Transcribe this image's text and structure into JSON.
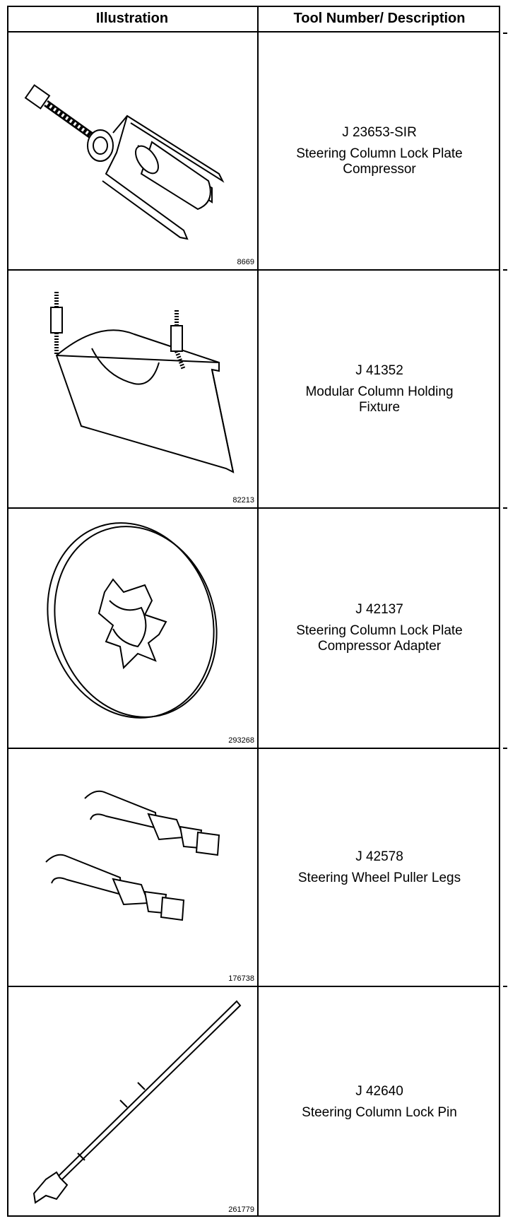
{
  "header": {
    "illustration_label": "Illustration",
    "tool_label": "Tool Number/ Description"
  },
  "tools": [
    {
      "number": "J 23653-SIR",
      "description": "Steering Column Lock Plate\nCompressor",
      "figure": "8669",
      "icon": "lock-plate-compressor-icon"
    },
    {
      "number": "J 41352",
      "description": "Modular Column Holding\nFixture",
      "figure": "82213",
      "icon": "holding-fixture-icon"
    },
    {
      "number": "J 42137",
      "description": "Steering Column Lock Plate\nCompressor Adapter",
      "figure": "293268",
      "icon": "compressor-adapter-icon"
    },
    {
      "number": "J 42578",
      "description": "Steering Wheel Puller Legs",
      "figure": "176738",
      "icon": "puller-legs-icon"
    },
    {
      "number": "J 42640",
      "description": "Steering Column Lock Pin",
      "figure": "261779",
      "icon": "lock-pin-icon"
    }
  ]
}
